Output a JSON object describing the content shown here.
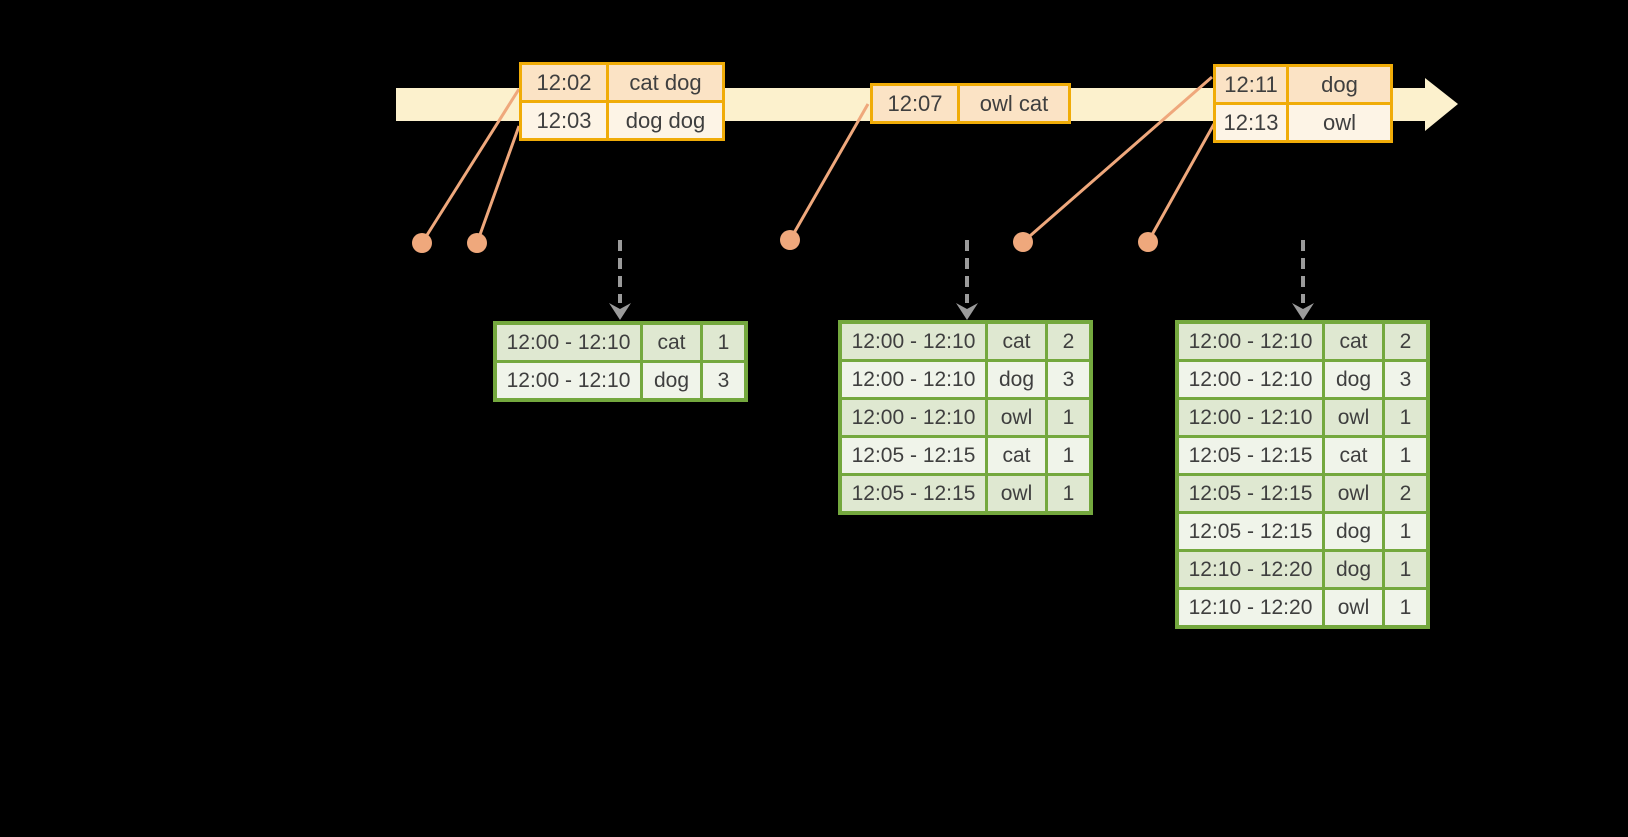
{
  "colors": {
    "background": "#000000",
    "timeline_fill": "#fcf1cd",
    "event_border": "#f0ac08",
    "event_row_dark": "#fbe3c5",
    "event_row_light": "#fdf4e6",
    "connector": "#efa87c",
    "trigger": "#9b9b9b",
    "result_border": "#74a83e",
    "result_row_dark": "#dfe8d1",
    "result_row_light": "#f0f4ea",
    "text": "#3f3f3f"
  },
  "icons": {
    "timeline": "right-arrow",
    "event_marker": "dot",
    "trigger": "dashed-down-arrow"
  },
  "event_tables": [
    {
      "rows": [
        {
          "time": "12:02",
          "words": "cat dog"
        },
        {
          "time": "12:03",
          "words": "dog dog"
        }
      ]
    },
    {
      "rows": [
        {
          "time": "12:07",
          "words": "owl cat"
        }
      ]
    },
    {
      "rows": [
        {
          "time": "12:11",
          "words": "dog"
        },
        {
          "time": "12:13",
          "words": "owl"
        }
      ]
    }
  ],
  "result_tables": [
    {
      "rows": [
        {
          "window": "12:00 - 12:10",
          "word": "cat",
          "count": "1"
        },
        {
          "window": "12:00 - 12:10",
          "word": "dog",
          "count": "3"
        }
      ]
    },
    {
      "rows": [
        {
          "window": "12:00 - 12:10",
          "word": "cat",
          "count": "2"
        },
        {
          "window": "12:00 - 12:10",
          "word": "dog",
          "count": "3"
        },
        {
          "window": "12:00 - 12:10",
          "word": "owl",
          "count": "1"
        },
        {
          "window": "12:05 - 12:15",
          "word": "cat",
          "count": "1"
        },
        {
          "window": "12:05 - 12:15",
          "word": "owl",
          "count": "1"
        }
      ]
    },
    {
      "rows": [
        {
          "window": "12:00 - 12:10",
          "word": "cat",
          "count": "2"
        },
        {
          "window": "12:00 - 12:10",
          "word": "dog",
          "count": "3"
        },
        {
          "window": "12:00 - 12:10",
          "word": "owl",
          "count": "1"
        },
        {
          "window": "12:05 - 12:15",
          "word": "cat",
          "count": "1"
        },
        {
          "window": "12:05 - 12:15",
          "word": "owl",
          "count": "2"
        },
        {
          "window": "12:05 - 12:15",
          "word": "dog",
          "count": "1"
        },
        {
          "window": "12:10 - 12:20",
          "word": "dog",
          "count": "1"
        },
        {
          "window": "12:10 - 12:20",
          "word": "owl",
          "count": "1"
        }
      ]
    }
  ]
}
